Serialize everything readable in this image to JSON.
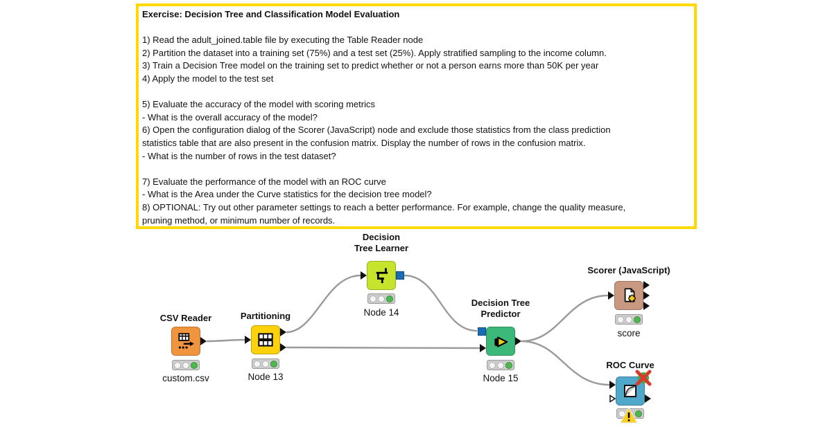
{
  "annotation": {
    "title": "Exercise: Decision Tree and Classification Model Evaluation",
    "body_lines": [
      "",
      "1) Read the adult_joined.table file by executing the Table Reader node",
      "2) Partition the dataset into a training set (75%) and a test set (25%). Apply stratified sampling to the income column.",
      "3) Train a Decision Tree model on the training set to predict whether or not a person earns more than 50K per year",
      "4) Apply the model to the test set",
      "",
      "5) Evaluate the accuracy of the model with scoring metrics",
      "- What is the overall accuracy of the model?",
      "6) Open the configuration dialog of the Scorer (JavaScript) node and exclude those statistics from the class prediction",
      "statistics table that are also present in the confusion matrix. Display the number of rows in the confusion matrix.",
      "- What is the number of rows in the test dataset?",
      "",
      "7) Evaluate the performance of the model with an ROC curve",
      "- What is the Area under the Curve statistics for the decision tree model?",
      "8) OPTIONAL: Try out other parameter settings to reach a better performance. For example, change the quality measure,",
      "pruning method, or minimum number of records."
    ],
    "border_color": "#ffd800"
  },
  "workflow": {
    "nodes": [
      {
        "id": "csv-reader",
        "title": "CSV Reader",
        "caption": "custom.csv",
        "icon": "csv-table-icon",
        "status": "executed",
        "color": "#f0953e"
      },
      {
        "id": "partitioning",
        "title": "Partitioning",
        "caption": "Node 13",
        "icon": "partition-tables-icon",
        "status": "executed",
        "color": "#fdd10c"
      },
      {
        "id": "decision-tree-learner",
        "title": "Decision\nTree Learner",
        "caption": "Node 14",
        "icon": "decision-tree-icon",
        "status": "executed",
        "color": "#c6e42c"
      },
      {
        "id": "decision-tree-predictor",
        "title": "Decision Tree\nPredictor",
        "caption": "Node 15",
        "icon": "predictor-arrow-icon",
        "status": "executed",
        "color": "#3cb878"
      },
      {
        "id": "scorer-javascript",
        "title": "Scorer (JavaScript)",
        "caption": "score",
        "icon": "document-star-icon",
        "status": "executed",
        "color": "#c99880"
      },
      {
        "id": "roc-curve",
        "title": "ROC Curve",
        "caption": "",
        "icon": "roc-chart-icon",
        "status": "executed_with_warning",
        "color": "#4fa7c9"
      }
    ],
    "colors": {
      "wire": "#9a9a9a",
      "data_port": "#111111",
      "model_port": "#1a6db4",
      "status_green": "#4db84d",
      "warning_yellow": "#fcd023",
      "error_red": "#d93a2b"
    }
  }
}
